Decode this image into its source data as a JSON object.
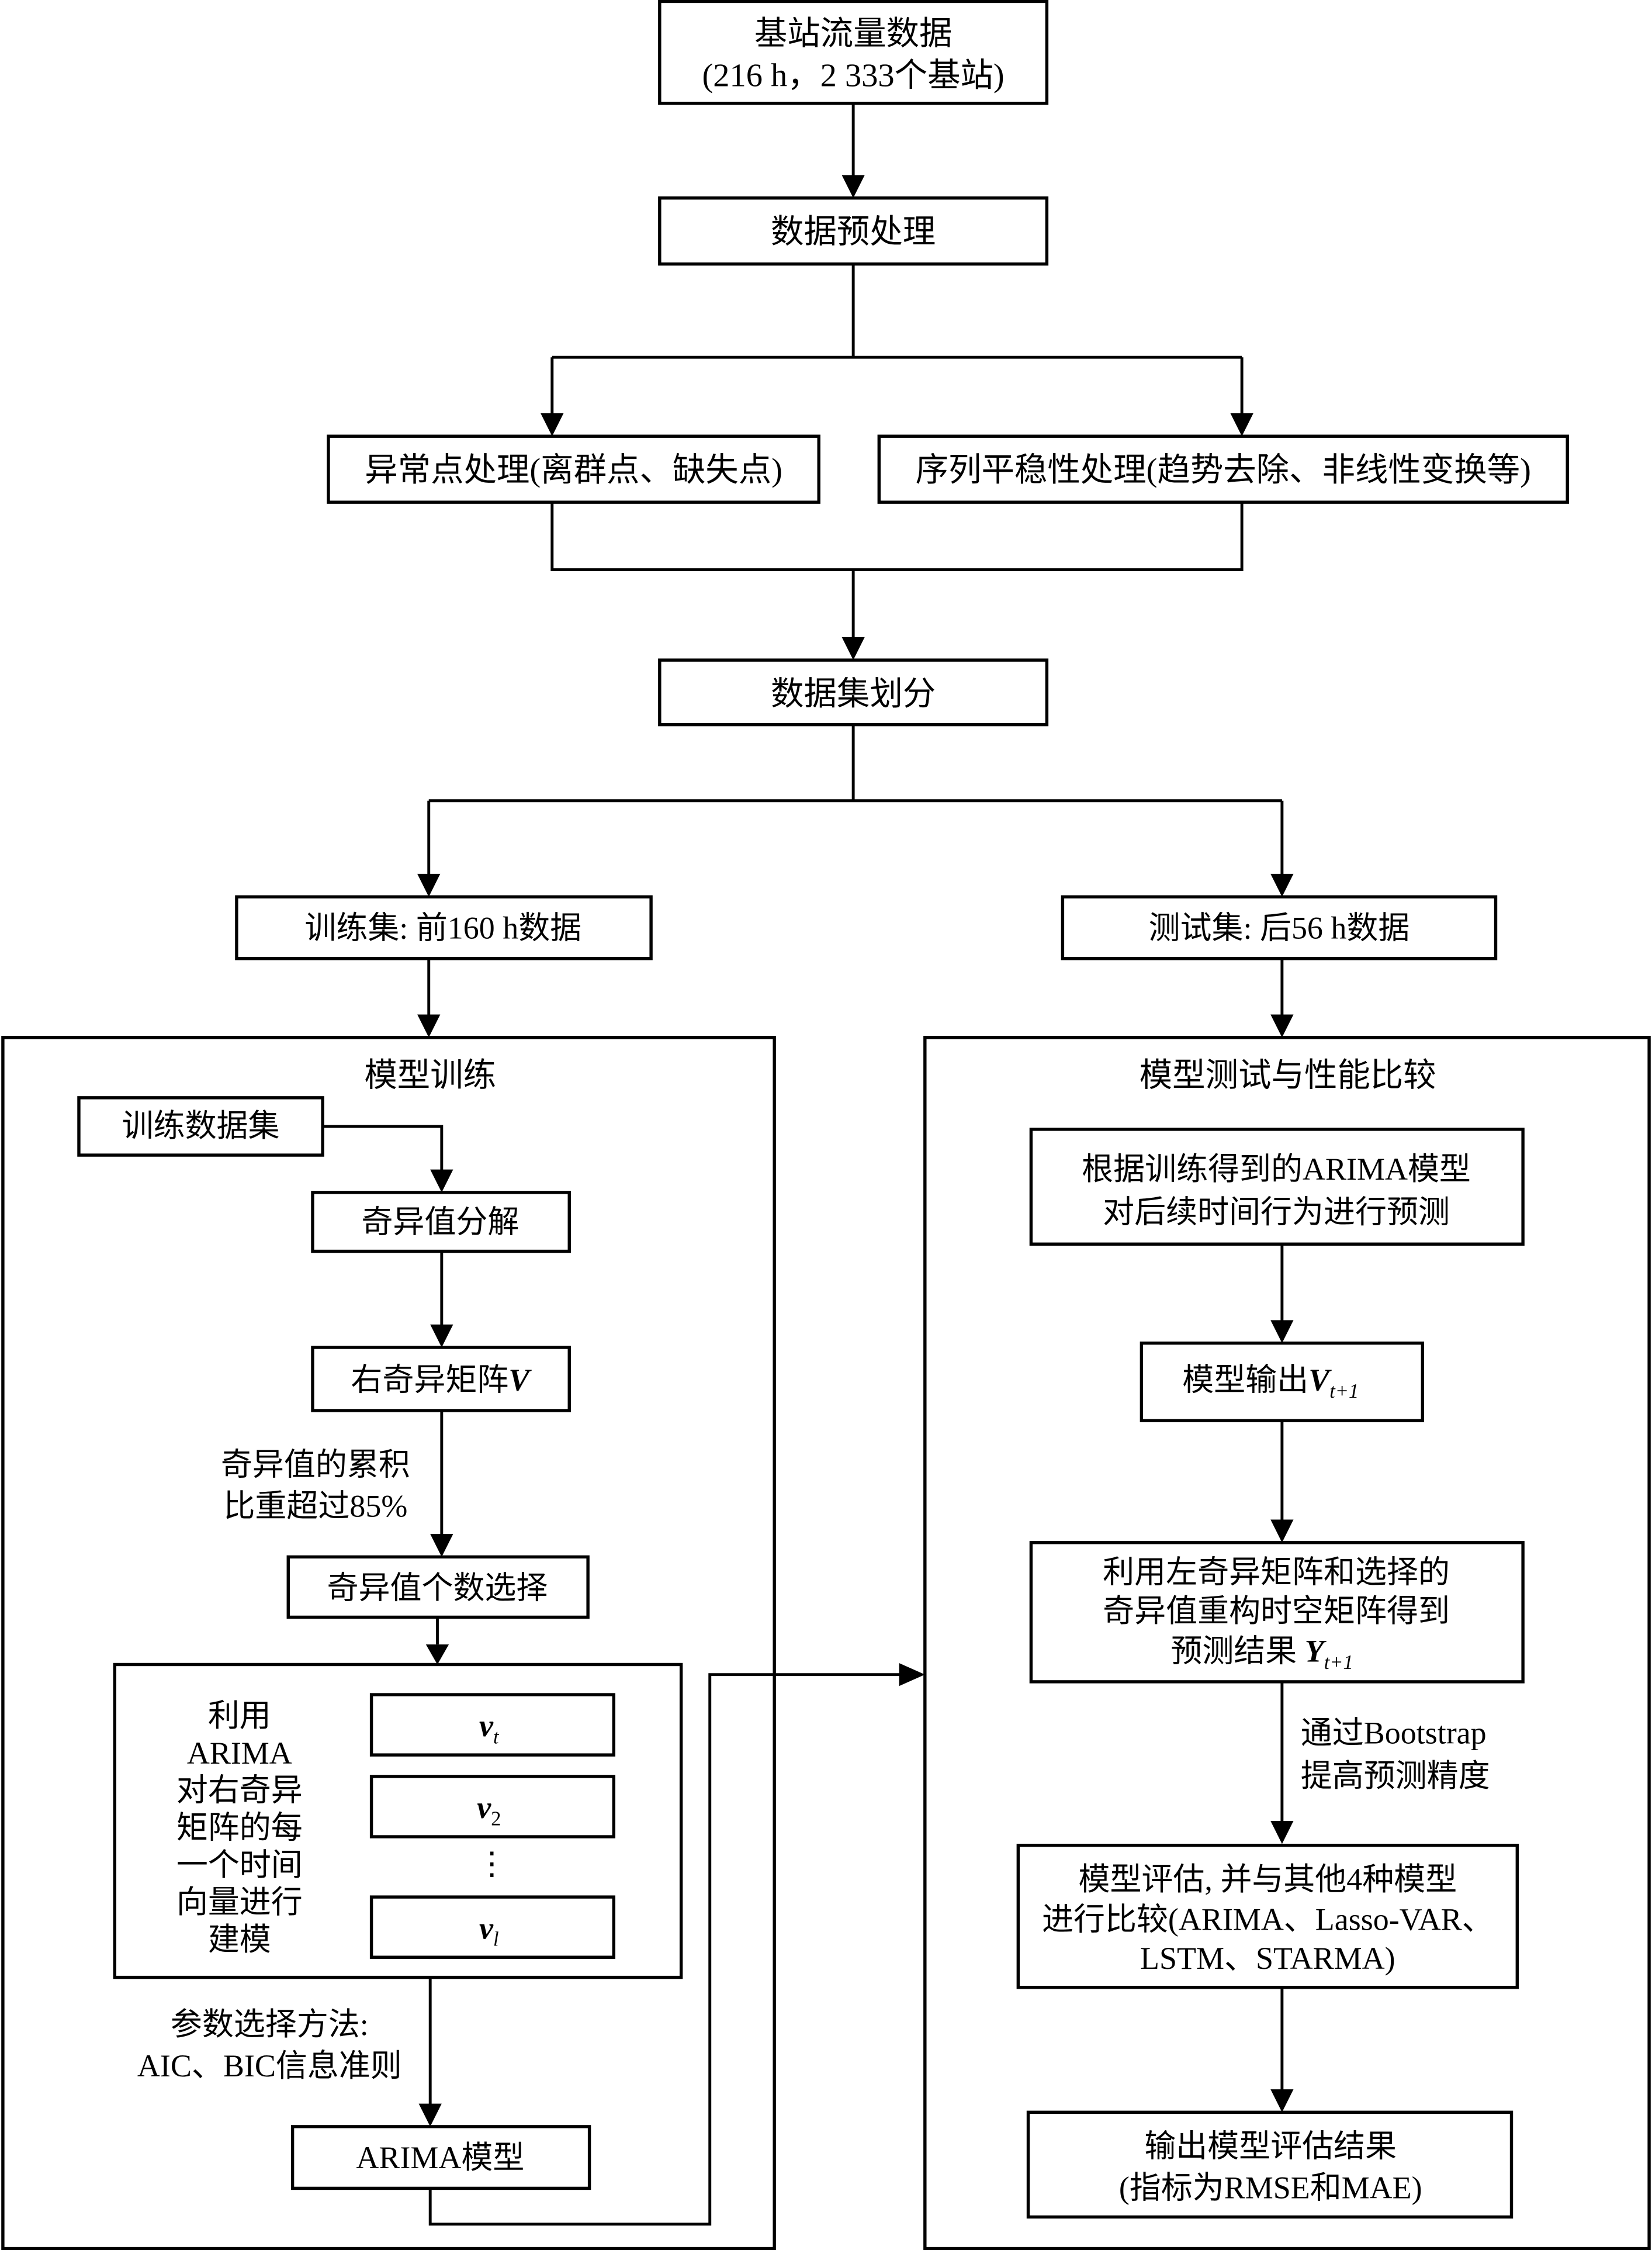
{
  "diagram": {
    "nodes": {
      "source": {
        "line1": "基站流量数据",
        "line2": "(216 h，2 333个基站)"
      },
      "preprocess": {
        "label": "数据预处理"
      },
      "outlier": {
        "label": "异常点处理(离群点、缺失点)"
      },
      "stationarity": {
        "label": "序列平稳性处理(趋势去除、非线性变换等)"
      },
      "split": {
        "label": "数据集划分"
      },
      "train_set": {
        "label": "训练集: 前160 h数据"
      },
      "test_set": {
        "label": "测试集: 后56 h数据"
      }
    },
    "training_panel": {
      "title": "模型训练",
      "train_data": "训练数据集",
      "svd": "奇异值分解",
      "right_matrix": {
        "text": "右奇异矩阵",
        "symbol": "V"
      },
      "cum_note": {
        "line1": "奇异值的累积",
        "line2": "比重超过85%"
      },
      "select_count": "奇异值个数选择",
      "arima_note": [
        "利用",
        "ARIMA",
        "对右奇异",
        "矩阵的每",
        "一个时间",
        "向量进行",
        "建模"
      ],
      "vectors": [
        {
          "symbol": "v",
          "sub": "t"
        },
        {
          "symbol": "v",
          "sub": "2"
        },
        {
          "symbol": "v",
          "sub": "l"
        }
      ],
      "ellipsis": "⋮",
      "param_note": {
        "line1": "参数选择方法:",
        "line2": "AIC、BIC信息准则"
      },
      "arima_model": "ARIMA模型"
    },
    "testing_panel": {
      "title": "模型测试与性能比较",
      "predict": {
        "line1": "根据训练得到的ARIMA模型",
        "line2": "对后续时间行为进行预测"
      },
      "model_output": {
        "text": "模型输出",
        "symbol": "V",
        "sub": "t+1"
      },
      "reconstruct": {
        "line1": "利用左奇异矩阵和选择的",
        "line2": "奇异值重构时空矩阵得到",
        "line3_text": "预测结果 ",
        "symbol": "Y",
        "sub": "t+1"
      },
      "bootstrap_note": {
        "line1": "通过Bootstrap",
        "line2": "提高预测精度"
      },
      "evaluate": {
        "line1": "模型评估, 并与其他4种模型",
        "line2": "进行比较(ARIMA、Lasso-VAR、",
        "line3": "LSTM、STARMA)"
      },
      "output": {
        "line1": "输出模型评估结果",
        "line2": "(指标为RMSE和MAE)"
      }
    }
  }
}
